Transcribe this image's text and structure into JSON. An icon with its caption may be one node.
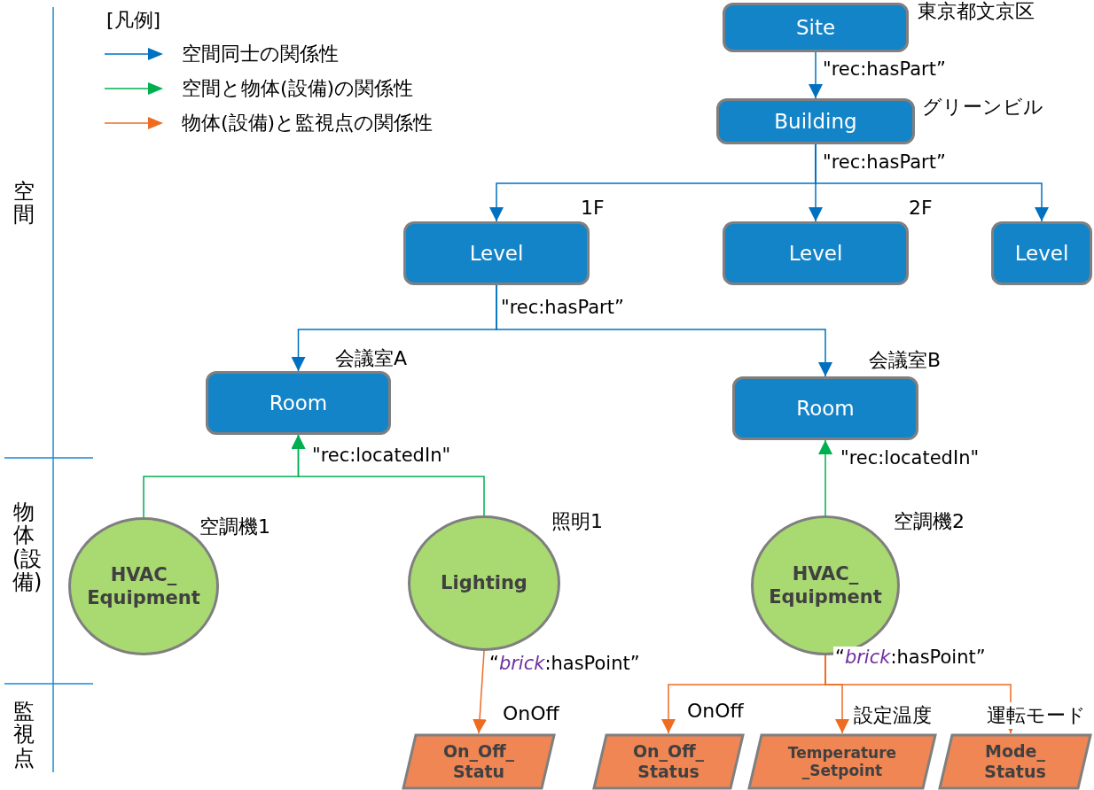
{
  "diagram": {
    "nodes": [
      {
        "text": [
          "Site"
        ],
        "beside": [
          "東京都文京区"
        ]
      },
      {
        "text": [
          "Building"
        ],
        "beside": [
          "グリーンビル"
        ]
      },
      {
        "text": [
          "Level"
        ],
        "beside": [
          "1F"
        ]
      },
      {
        "text": [
          "Level"
        ],
        "beside": [
          "2F"
        ]
      },
      {
        "text": [
          "Level"
        ]
      },
      {
        "text": [
          "Room"
        ],
        "beside": [
          "会議室A"
        ]
      },
      {
        "text": [
          "Room"
        ],
        "beside": [
          "会議室B"
        ]
      },
      {
        "text": [
          "HVAC_ Equipment"
        ],
        "beside": [
          "空調機1"
        ]
      },
      {
        "text": [
          "Lighting"
        ],
        "beside": [
          "照明1"
        ]
      },
      {
        "text": [
          "HVAC_ Equipment"
        ],
        "beside": [
          "空調機2"
        ]
      },
      {
        "text": [
          "On_Off_ Statu"
        ],
        "beside": [
          "OnOff"
        ]
      },
      {
        "text": [
          "On_Off_ Status"
        ],
        "beside": [
          "OnOff"
        ]
      },
      {
        "text": [
          "Temperature _Setpoint"
        ],
        "beside": [
          "設定温度"
        ]
      },
      {
        "text": [
          "Mode_ Status"
        ],
        "beside": [
          "運転モード"
        ]
      }
    ],
    "edges": [
      {
        "from": 0,
        "to": 1,
        "arrow": "to",
        "label": "\"rec:hasPart”"
      },
      {
        "from": 1,
        "to": 2,
        "arrow": "to",
        "label": "\"rec:hasPart”"
      },
      {
        "from": 1,
        "to": 3,
        "arrow": "to"
      },
      {
        "from": 1,
        "to": 4,
        "arrow": "to"
      },
      {
        "from": 2,
        "to": 5,
        "arrow": "to",
        "label": "\"rec:hasPart”"
      },
      {
        "from": 2,
        "to": 6,
        "arrow": "to"
      },
      {
        "from": 7,
        "to": 5,
        "arrow": "to",
        "label": "\"rec:locatedIn\"",
        "color": "#00b050"
      },
      {
        "from": 8,
        "to": 5,
        "arrow": "to",
        "color": "#00b050"
      },
      {
        "from": 9,
        "to": 6,
        "arrow": "to",
        "label": "\"rec:locatedIn\"",
        "color": "#00b050"
      },
      {
        "from": 8,
        "to": 10,
        "arrow": "to",
        "label": "“*brick*:hasPoint”",
        "color": "#ed6c22"
      },
      {
        "from": 9,
        "to": 11,
        "arrow": "to",
        "label": "“*brick*:hasPoint”",
        "color": "#ed6c22"
      },
      {
        "from": 9,
        "to": 12,
        "arrow": "to",
        "color": "#ed6c22"
      },
      {
        "from": 9,
        "to": 13,
        "arrow": "to",
        "color": "#ed6c22"
      }
    ],
    "labels": [
      "[凡例]",
      "空間",
      "物体(設備)",
      "監視点"
    ],
    "legend": [
      {
        "text": "空間同士の関係性"
      },
      {
        "text": "空間と物体(設備)の関係性"
      },
      {
        "text": "物体(設備)と監視点の関係性"
      }
    ]
  }
}
